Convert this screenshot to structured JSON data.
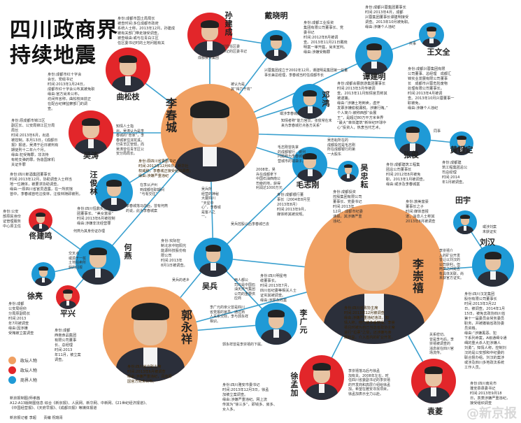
{
  "title_lines": [
    "四川政商界",
    "持续地震"
  ],
  "colors": {
    "political_major": "#f0a062",
    "political": "#e2262a",
    "business": "#1f9ad6",
    "line": "#3aa0cf"
  },
  "legend": [
    {
      "label": "政坛人物",
      "color": "#f0a062"
    },
    {
      "label": "政坛人物",
      "color": "#e2262a"
    },
    {
      "label": "商界人物",
      "color": "#1f9ad6"
    }
  ],
  "people": [
    {
      "id": "lichuncheng",
      "name": "李春城",
      "type": "political_major",
      "info": "身份:原四川省委副书记\n时间:2012年12月6日，新华社\n权威称，李春城正接受组织调查。\n缘由:涉嫌严重违纪"
    },
    {
      "id": "lichongxi",
      "name": "李崇禧",
      "type": "political_major",
      "info": "身份:四川省政协主席\n时间:2013年12月被调查\n缘由:涉嫌严重违纪违法。知\n情人称，他已被多番禁提。李崇\n禧且时被为自己当选省政协主席\n进行“拉票”之举，还涉嫌与亲\n属利益，介入省内的矿业开发。"
    },
    {
      "id": "guoyongxiang",
      "name": "郭永祥",
      "type": "political_major",
      "info": "身份:四川省文联主席\n时间:2013年6月被调查\n缘由:涉嫌严重违纪，具体原\n因官方尚未公布。"
    },
    {
      "id": "sunjiancheng",
      "name": "孙建成",
      "type": "political",
      "info": "身份:成都市国土局局长\n被查时间:多位成都市政府\n系统人士称，2013年12月，孙建成\n被有关部门带走接受调查。\n被查缘由:或与在青白江区\n任区委书记时的土地问题有关"
    },
    {
      "id": "qusongzhi",
      "name": "曲松枝",
      "type": "political",
      "info": "身份:成都市红十字会\n会长、党组书记\n时间:2013年1月24日，\n成都市红十字会公布其被免职\n缘由:官方尚未公布，\n坊间传言称，曲松枝目前正\n在配合纪律监察部门的调\n查。"
    },
    {
      "id": "wutao",
      "name": "吴涛",
      "type": "political",
      "info": "身份:原成都市锦江区\n副区长、公安局锦江区分局\n局长\n时间:2013年6月，出逃\n被控制。本月13日，《成都日\n报》报道，吴涛于近日被判有\n期徒刑十二年六个月。\n缘由:犯受贿罪，非法持\n有枪支弹药罪，伪造国家机\n关证件罪"
    },
    {
      "id": "wangjunlin",
      "name": "汪俊林",
      "type": "business",
      "info": "身份:四川郎酒集团董事长\n时间:2013年12月，协助调查人士称当\n地一位媒体，被要求协助调查。\n缘由:一原四川省官员透露，在一所宾馆\n曾中，李春城曾吃汪俊林，汪俊林随即被刑。"
    },
    {
      "id": "tongjianming",
      "name": "佟建鸣",
      "type": "political",
      "info": "身份:公安\n部原民身份\n证管理服务\n中心原主任"
    },
    {
      "id": "heyan",
      "name": "何燕",
      "type": "business",
      "info": "身份:四川恒鼎实业集\n团董事长、“美女富豪”\n时间:2013年6月被控制\n缘由:涉嫌非法经营罪"
    },
    {
      "id": "xuliang",
      "name": "徐亮",
      "type": "business",
      "info": "身份:成都\n西南食品集团\n有限公司董事\n长、总经理\n时间:2013\n年11月，被立案\n调查。"
    },
    {
      "id": "pingxing",
      "name": "平兴",
      "type": "political",
      "info": "身份:成都\n公安局经侦\n分局原副局长\n时间:2013\n年7月被调查\n缘由:因涉嫌\n受贿被立案调查"
    },
    {
      "id": "wubing",
      "name": "吴兵",
      "type": "business",
      "info": "身份:实际控\n制北京中旭阳光\n能源科技股份有\n限公司\n时间:2013年\n8月1日被调查。"
    },
    {
      "id": "liguangyuan",
      "name": "李广元",
      "type": "business",
      "info": "身份:四川明星电\n缆董事长。\n时间:2013年7月，\n四川省纪委等相关人士\n证实其被调查。\n缘由:涉郭永祥案"
    },
    {
      "id": "xumengjia",
      "name": "徐孟加",
      "type": "political",
      "info": "身份:四川雅安市委书记\n时间:2013年12月3日，徐孟\n加被立案调查。\n缘由:涉嫌严重违纪。网上流\n传其为“徐三多”，即钱多、房多、\n女人多。"
    },
    {
      "id": "yuanling",
      "name": "袁菱",
      "type": "political",
      "info": "身份:四川南充市\n蓬安县县委书记\n时间:2013年9月18\n日，袁菱涉嫌严重违纪，\n接受组织调查"
    },
    {
      "id": "daixiaoming",
      "name": "戴晓明",
      "type": "business",
      "info": "身份:成都工业投资\n集团有限公司董事长、党\n委书记\n时间:2012年8月被调\n查。2013年11月21日戴晓\n明案一审开庭，尚未宣判。\n缘由:涉嫌受贿罪"
    },
    {
      "id": "tanjianming",
      "name": "谭建明",
      "type": "business",
      "info": "身份:成都兴蓉集团董事长\n时间:2013年4月，成都\n兴蓉集团董事长谭建明接受\n调查。2013年10月被免职。\n缘由:涉嫌个人违纪"
    },
    {
      "id": "wangwenquan",
      "name": "王文全",
      "type": "business",
      "info": "身份:成都兴蓉集团有限\n公司董事、总经理　成都汇\n锦实业发展有限公司董事\n长　成都市兴蓉危险废物\n处理有限公司董事长。\n时间:2013年4月被调\n查。2013年10月兴蓉董事一\n职被免。\n缘由:涉嫌个人违纪"
    },
    {
      "id": "denghong",
      "name": "邓鸿",
      "type": "business",
      "info": "身份:成都会展旅游集团董事长\n时间:2013年3月传被调\n查。2013年11月知情官员称其\n被逮捕。\n缘由:“涉嫌土地倒卖，虚开\n发票涉嫌偷税漏税，涉嫌行贿。”\n个人简介:被称西部“会展\n王”，是超过80万平方米世界\n“最大”单体建筑“新世纪环球中\n心”投资人，热衷当代艺术。"
    },
    {
      "id": "zhangjun",
      "name": "张俊",
      "type": "business",
      "info": "身份:成都建筑工程集\n团总公司董事长\n时间:2012年8月被免\n职，2013年1月被调查。\n缘由:或涉及李春城案"
    },
    {
      "id": "huangzhengding",
      "name": "黄锃定",
      "type": "business",
      "info": "身份:成都建\n筑工程集团总公\n司总经理\n时间:2014\n年1月被调查。"
    },
    {
      "id": "maozhigang",
      "name": "毛志刚",
      "type": "business",
      "info": "身份:成都银行董\n事长（2004年8月至\n2013年8月）\n时间:2013年9月，\n媒体称其被双规。"
    },
    {
      "id": "wuzhongyun",
      "name": "吴忠耘",
      "type": "business",
      "info": "身份:成都投资\n控股集团有限公司\n董事长、党委书记\n时间:2013年\n12月，成都市纪委\n通报，其涉嫌严重\n违纪。"
    },
    {
      "id": "tianyu",
      "name": "田宇",
      "type": "business",
      "info": "身份:旅美富豪\n董事长之子\n时间:媒体曾报\n道，消息人士称其\n2013年8月被调查"
    },
    {
      "id": "liuhan",
      "name": "刘汉",
      "type": "business",
      "info": "身份:四川汉龙集团\n股份有限公司董事长\n时间:2013年3月22\n日，被调查。2014年1月\n15日，被免去政协四川省\n第十一届委员会常务委员\n职务，并被撤销省政协委\n员资格。\n缘由:“涉嫌黑恶、犯\n下系列命案，A级通缉令通\n缉的重大杀人犯涉嫌人\n刘勇”。知情人称，控制刘\n汉的是公安部和中纪委的\n联合督办组。刘汉的案涉\n或涉及四川多地政法系统\n工作人员。"
    }
  ],
  "relations": [
    {
      "text": "共事"
    },
    {
      "text": "被认为是\n其“得力干将”"
    },
    {
      "text": "时任任区委\n书记的区委书记"
    },
    {
      "text": "成都投资集团"
    },
    {
      "text": "兴蓉集团成立于2002年12月，谭建明是集团第一任董\n事长兼总经理，李春城当时任成都市长"
    },
    {
      "text": "或涉李春城案"
    },
    {
      "text": "知情者称“能力官员，张俊常在未\n来为李春城打点各方关系”"
    },
    {
      "text": "毛志刚曾执掌\n的成都银行，被列\n问题称为李春城经\n营城市的钱袋子。"
    },
    {
      "text": "吴忠耘所在的\n成都投控是毛志刚\n所在成都银行的第\n一大股东"
    },
    {
      "text": "同事"
    },
    {
      "text": "知情人士指\n出，吴涛认为是李\n春城的“管家”，李\n春城家住浣花溪，\n归青羊区管辖，而\n吴涛曾任青羊区公\n安分局局长。"
    },
    {
      "text": "在李从泸州\n到成都任职期间\n“与有交往”"
    },
    {
      "text": "李春城落马前后，曾有何燕\n的说，此为李春城案"
    },
    {
      "text": "何燕为其身份证办理"
    },
    {
      "text": "交叉点\n或源于一桩\n土地拍卖所\n获的回报"
    },
    {
      "text": "吴兵所\n经营的神秘\n大厦四川\n“天星中\n心”，李春城\n是客人之\n一。"
    },
    {
      "text": "2008年，吴\n兵在成都拿下\n中国石油西南公\n司旁的地，获得\n利润达1000万元"
    },
    {
      "text": "吴兵控股以后李春城已去"
    },
    {
      "text": "吴兵的老乡"
    },
    {
      "text": "两人都公\n司均是中国石\n油天然气集团\n公司的重要供\n应商"
    },
    {
      "text": "李广元的亲父曾是四川\n省党报的官员，通过熟\n人关系交际，李与郭永祥\n相识。"
    },
    {
      "text": "郭永祥曾是李崇禧的下属。"
    },
    {
      "text": "李崇禧落马后与徐孟\n加有关。2008年左右，时\n任四川省委副书记的李崇禧\n的开发商和高层介绍给徐孟\n加，希望在雅安寻找项目，\n徐孟加表示全力以赴。"
    },
    {
      "text": "关系密切。\n曾是李与后，李\n崇禧被调查的\n消息就在四川官\n场流传。"
    },
    {
      "text": "李崇禧介\n入的矿业开发\n曾让以刘汉的\n公司获利，但\n两案之间是否\n有具体关联，尚\n未获官方证实。"
    },
    {
      "text": "或涉刘案\n未获证实"
    }
  ],
  "credits": [
    "新京报制图/师孝茜",
    "A12-A13版制图信息 综合《新京报》、人民网、新华网、中新网、《21世纪经济报道》、",
    "《中国经营报》、《天府早报》、《成都日报》等媒体报道",
    "新京报记者 李超　　责编 祝瑞青"
  ],
  "watermark": "@新京报"
}
